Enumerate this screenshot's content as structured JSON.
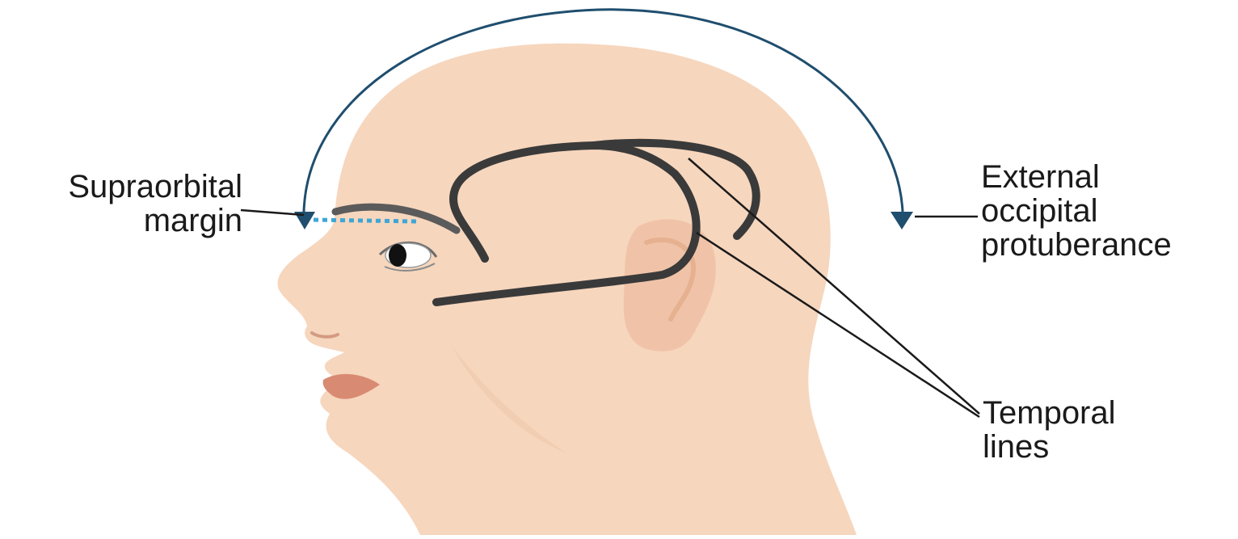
{
  "labels": {
    "supraorbital": [
      "Supraorbital",
      "margin"
    ],
    "external_occipital": [
      "External",
      "occipital",
      "protuberance"
    ],
    "temporal": [
      "Temporal",
      "lines"
    ]
  },
  "colors": {
    "skin": "#f6d6bd",
    "skin_shadow": "#efc7aa",
    "arc": "#1f4e6e",
    "arrowhead": "#1f4e6e",
    "temporal_line": "#3a3a3a",
    "dotted_margin": "#3ea6d6",
    "lips": "#d98a72",
    "brow": "#5b5b5b",
    "ear": "#f0c3a8",
    "leader": "#1a1a1a"
  }
}
